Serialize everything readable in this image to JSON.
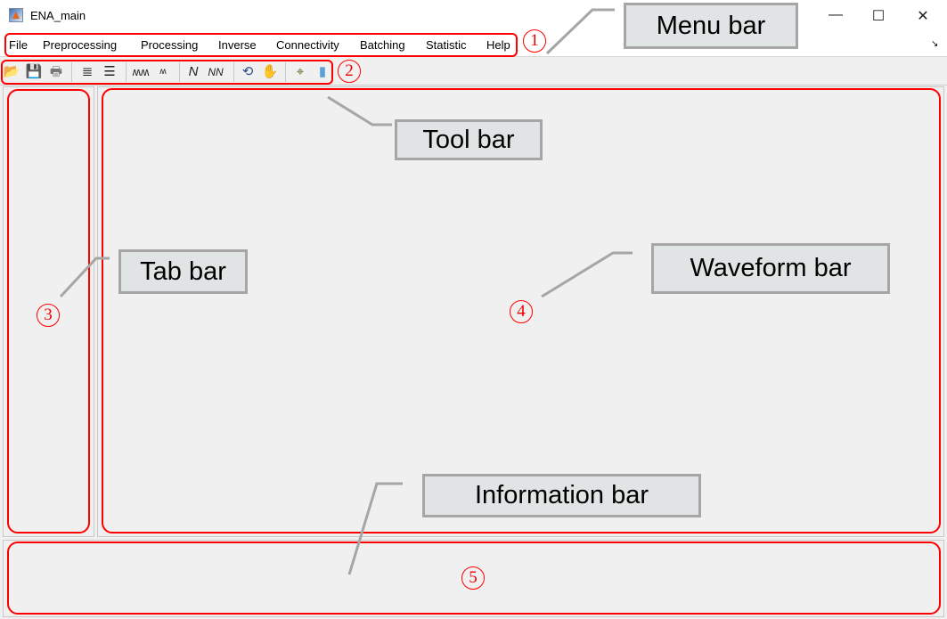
{
  "window": {
    "title": "ENA_main",
    "minimize": "—",
    "maximize": "☐",
    "close": "✕",
    "resize": "↘"
  },
  "menu": [
    "File",
    "Preprocessing",
    "Processing",
    "Inverse",
    "Connectivity",
    "Batching",
    "Statistic",
    "Help"
  ],
  "toolbar": [
    {
      "icon": "open-folder-icon",
      "glyph": "📂"
    },
    {
      "icon": "save-icon",
      "glyph": "💾"
    },
    {
      "icon": "print-icon",
      "glyph": "🖶"
    },
    {
      "icon": "dense-lines-icon",
      "glyph": "≣"
    },
    {
      "icon": "sparse-lines-icon",
      "glyph": "☰"
    },
    {
      "icon": "wave-large-icon",
      "glyph": "ʍʍ"
    },
    {
      "icon": "wave-small-icon",
      "glyph": "ʍ"
    },
    {
      "icon": "wave-single-icon",
      "glyph": "Ν"
    },
    {
      "icon": "wave-double-icon",
      "glyph": "ΝΝ"
    },
    {
      "icon": "rotate-icon",
      "glyph": "⟲"
    },
    {
      "icon": "hand-icon",
      "glyph": "✋"
    },
    {
      "icon": "data-cursor-icon",
      "glyph": "⌖"
    },
    {
      "icon": "colorbar-icon",
      "glyph": "▮"
    }
  ],
  "annotations": {
    "numbers": [
      "1",
      "2",
      "3",
      "4",
      "5"
    ],
    "labels": {
      "menu": "Menu bar",
      "tool": "Tool bar",
      "tab": "Tab bar",
      "waveform": "Waveform bar",
      "info": "Information bar"
    }
  },
  "colors": {
    "highlight": "#ff0000",
    "label_bg": "#e1e4e4",
    "label_border": "#a6a6a6"
  }
}
